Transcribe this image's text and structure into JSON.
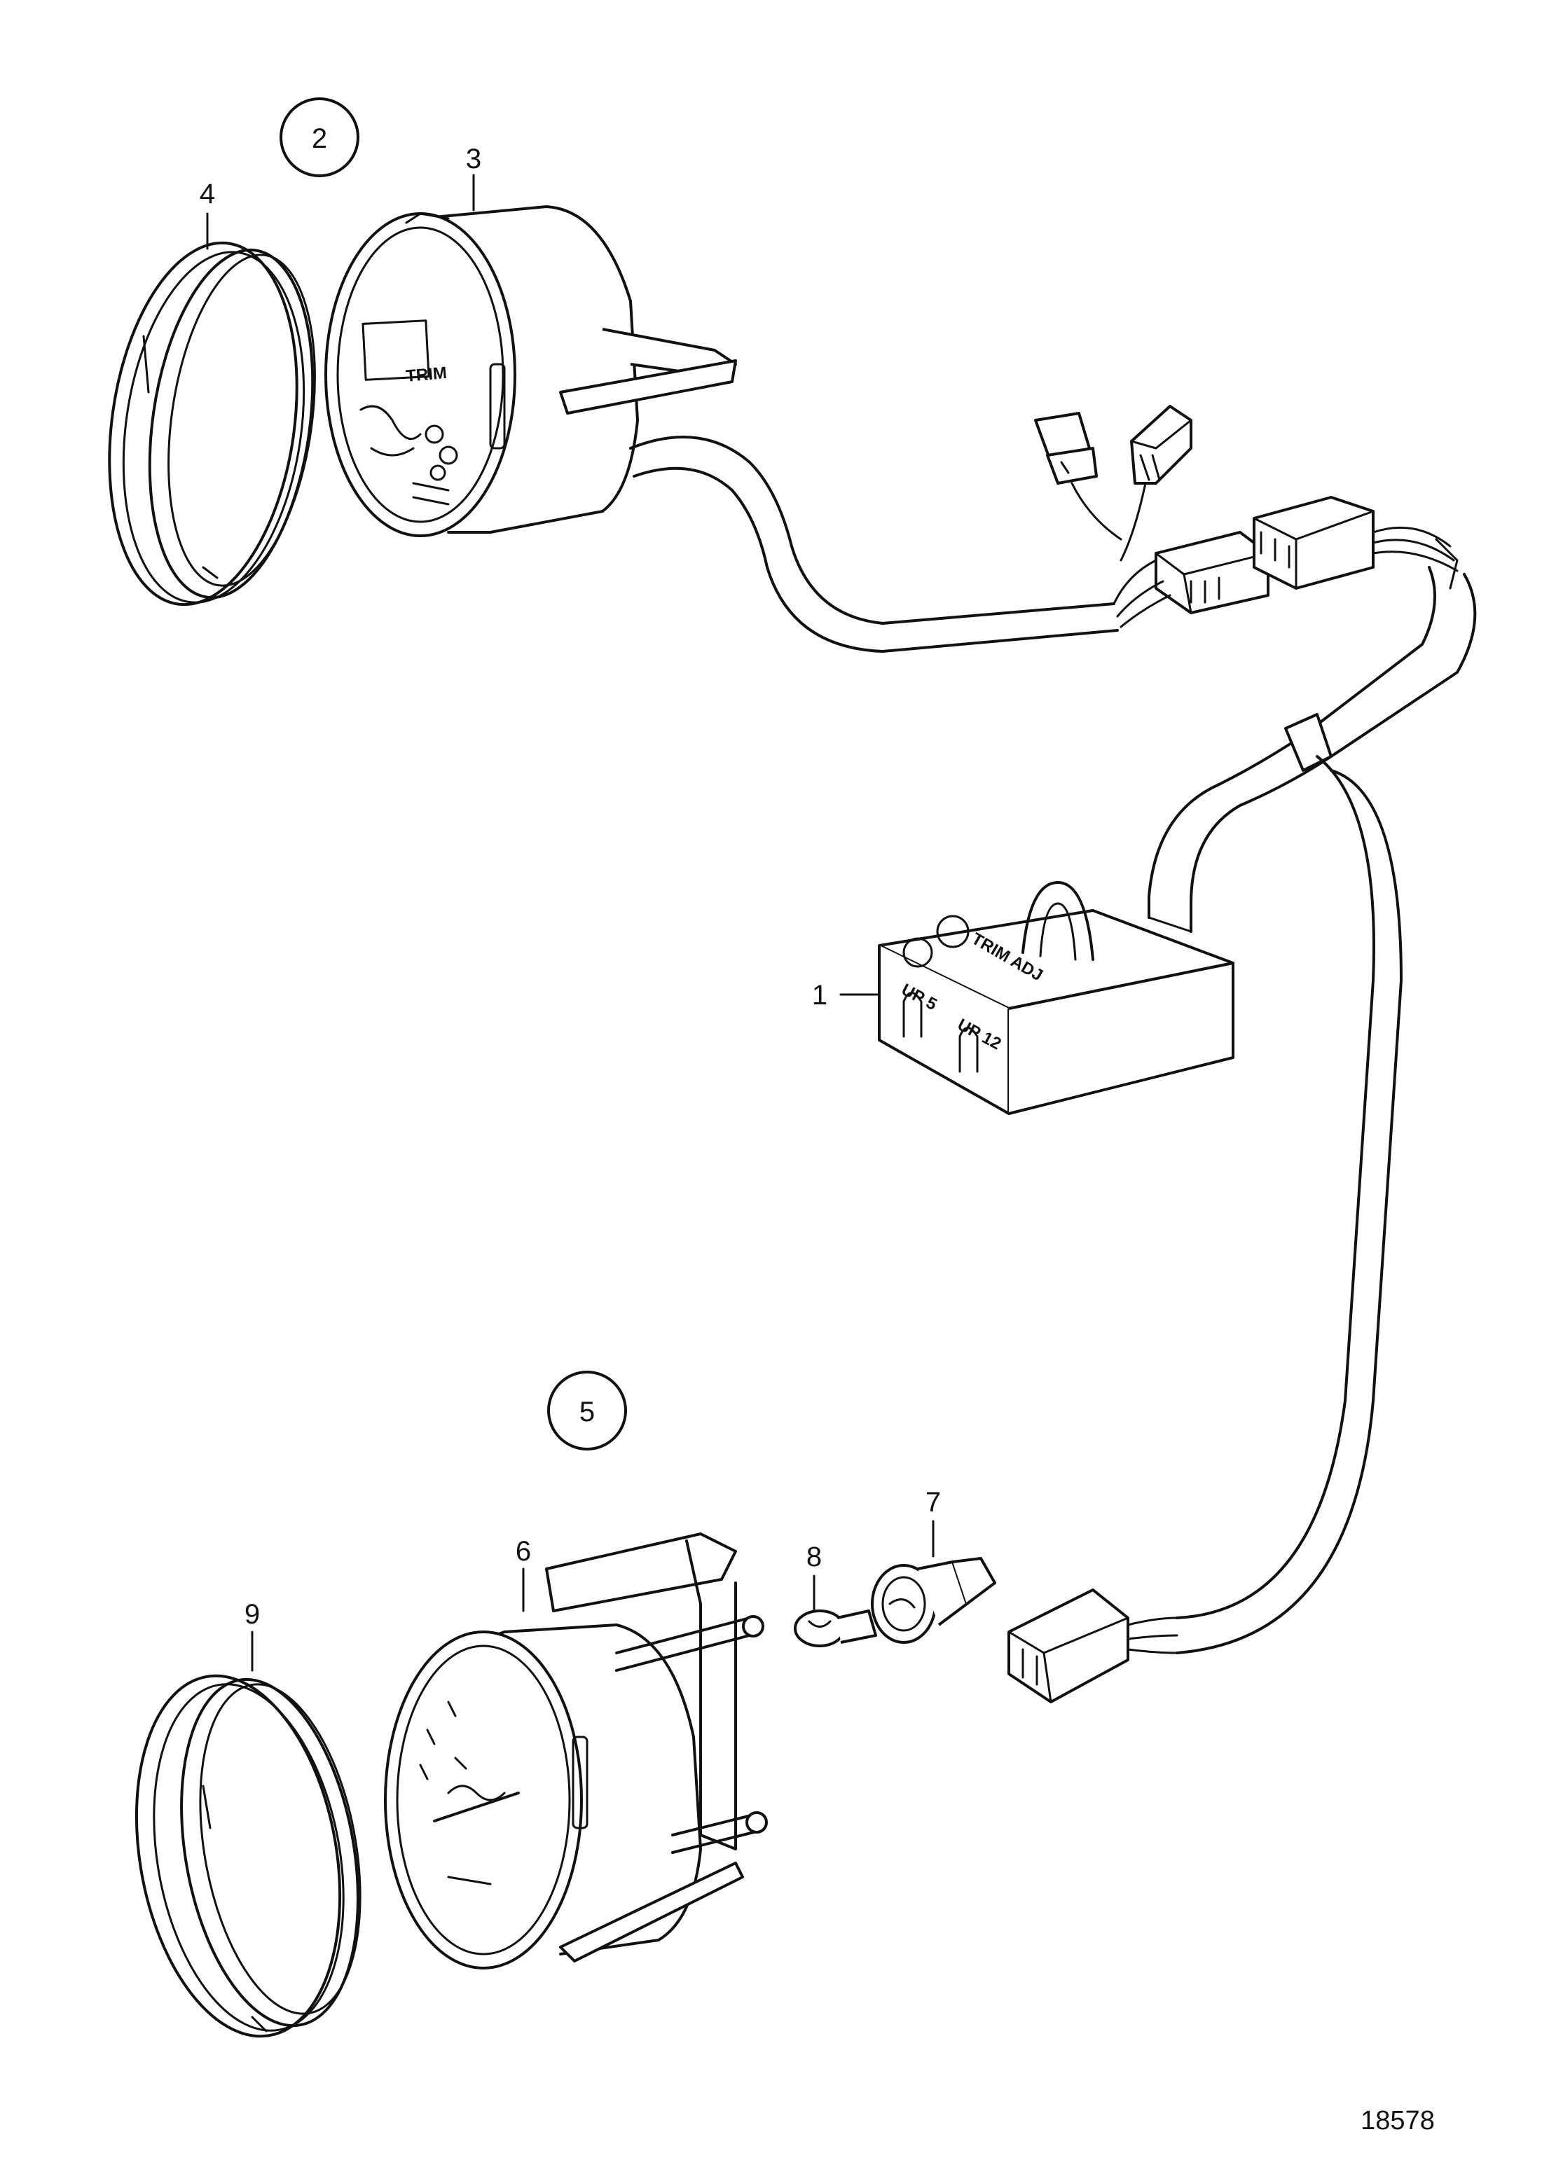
{
  "diagram": {
    "reference_number": "18578",
    "callouts": {
      "c1": "1",
      "c2": "2",
      "c3": "3",
      "c4": "4",
      "c5": "5",
      "c6": "6",
      "c7": "7",
      "c8": "8",
      "c9": "9"
    },
    "gauge_text": {
      "trim": "TRIM",
      "control_box_a": "TRIM ADJ",
      "control_box_b": "UP 5",
      "control_box_c": "UP 12"
    }
  }
}
